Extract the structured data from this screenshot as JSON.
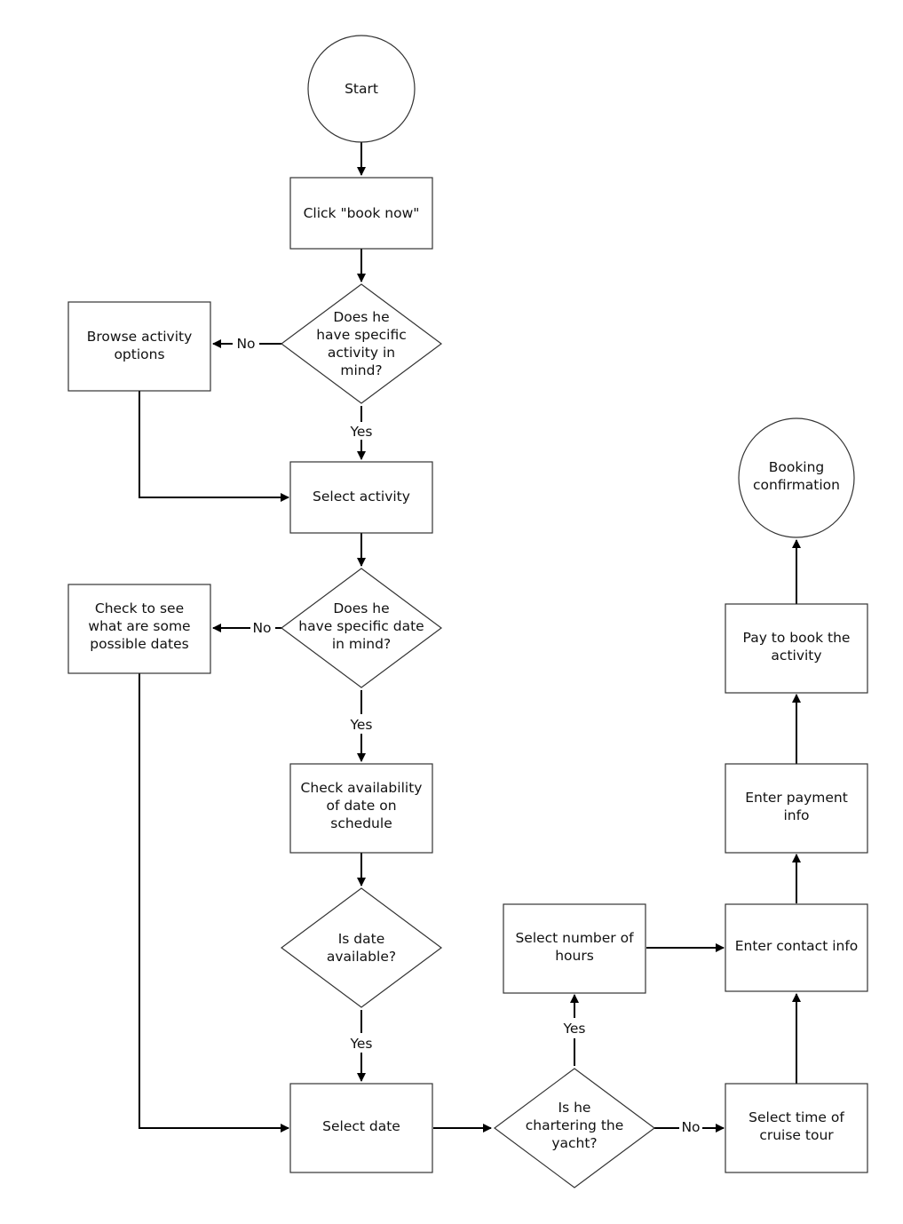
{
  "nodes": {
    "start": {
      "lines": [
        "Start"
      ]
    },
    "click_book": {
      "lines": [
        "Click \"book now\""
      ]
    },
    "q_activity": {
      "lines": [
        "Does he",
        "have specific",
        "activity in",
        "mind?"
      ]
    },
    "browse": {
      "lines": [
        "Browse activity",
        "options"
      ]
    },
    "select_activity": {
      "lines": [
        "Select activity"
      ]
    },
    "q_date": {
      "lines": [
        "Does he",
        "have specific date",
        "in mind?"
      ]
    },
    "check_dates": {
      "lines": [
        "Check to see",
        "what are some",
        "possible dates"
      ]
    },
    "check_avail": {
      "lines": [
        "Check availability",
        "of date on",
        "schedule"
      ]
    },
    "q_available": {
      "lines": [
        "Is date",
        "available?"
      ]
    },
    "select_date": {
      "lines": [
        "Select date"
      ]
    },
    "q_charter": {
      "lines": [
        "Is he",
        "chartering the",
        "yacht?"
      ]
    },
    "select_hours": {
      "lines": [
        "Select number of",
        "hours"
      ]
    },
    "select_time": {
      "lines": [
        "Select time of",
        "cruise tour"
      ]
    },
    "contact": {
      "lines": [
        "Enter contact info"
      ]
    },
    "payment": {
      "lines": [
        "Enter payment",
        "info"
      ]
    },
    "pay": {
      "lines": [
        "Pay to book the",
        "activity"
      ]
    },
    "confirm": {
      "lines": [
        "Booking",
        "confirmation"
      ]
    }
  },
  "edge_labels": {
    "activity_no": "No",
    "activity_yes": "Yes",
    "date_no": "No",
    "date_yes": "Yes",
    "available_yes": "Yes",
    "charter_yes": "Yes",
    "charter_no": "No"
  }
}
